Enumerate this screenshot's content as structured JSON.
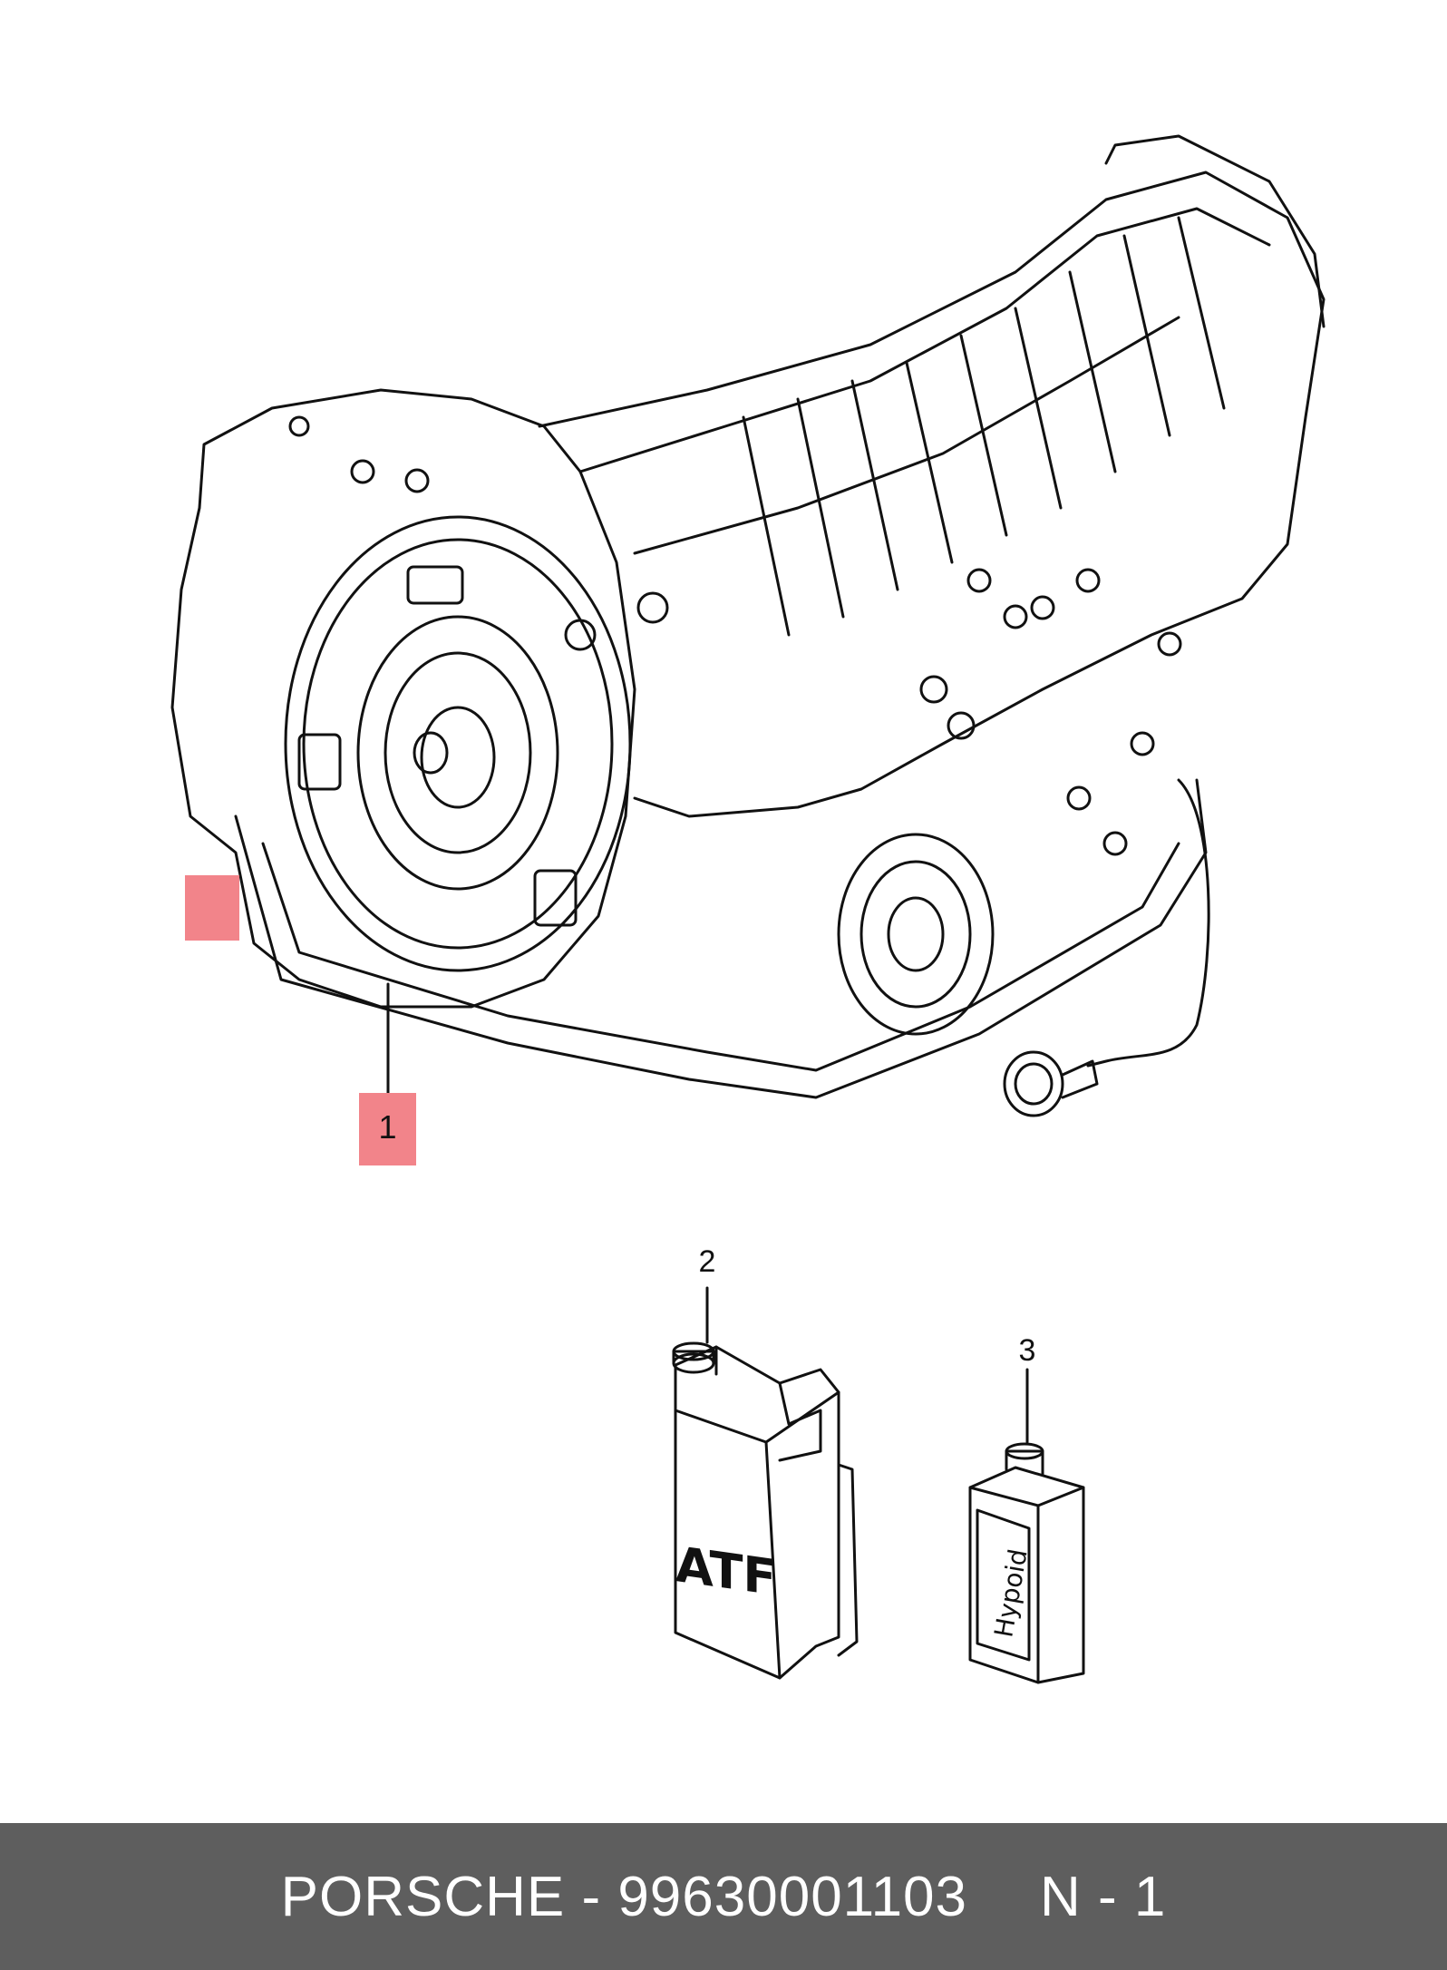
{
  "callouts": {
    "item_1": "1",
    "item_2": "2",
    "item_3": "3"
  },
  "labels": {
    "atf": "ATF",
    "hypoid": "Hypoid"
  },
  "footer": {
    "part_text": "PORSCHE - 99630001103",
    "page_text": "N - 1"
  },
  "colors": {
    "highlight": "#f2848a",
    "footer_bg": "#5e5e5e",
    "line": "#111111"
  }
}
